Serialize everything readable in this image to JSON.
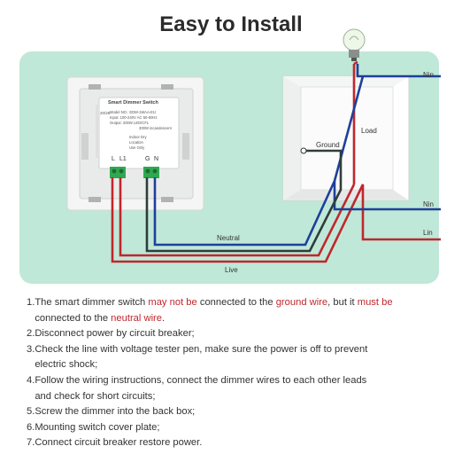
{
  "title": "Easy to Install",
  "labels": {
    "nin_top": "Nin",
    "nin_right": "Nin",
    "lin_right": "Lin",
    "load": "Load",
    "ground": "Ground",
    "neutral": "Neutral",
    "live": "Live",
    "terminal_l": "L",
    "terminal_l1": "L1",
    "terminal_g": "G",
    "terminal_n": "N"
  },
  "device": {
    "name": "Smart Dimmer Switch",
    "side_code": "20/28",
    "model": "Model NO.:  EDM-1WAA-EU",
    "input": "Input:        100-240V AC 50-60Hz",
    "output": "Output:       200W LED/CFL",
    "output2": "300W incandescent",
    "indoor": "Indoor Dry",
    "location": "Location",
    "use_only": "Use Only"
  },
  "steps": [
    {
      "parts": [
        {
          "text": "1.The smart dimmer switch ",
          "style": "normal"
        },
        {
          "text": "may not be",
          "style": "red"
        },
        {
          "text": " connected to the ",
          "style": "normal"
        },
        {
          "text": "ground wire",
          "style": "red"
        },
        {
          "text": ", but it ",
          "style": "normal"
        },
        {
          "text": "must be",
          "style": "red"
        }
      ]
    },
    {
      "parts": [
        {
          "text": "   connected to the ",
          "style": "normal"
        },
        {
          "text": "neutral wire",
          "style": "red"
        },
        {
          "text": ".",
          "style": "normal"
        }
      ]
    },
    {
      "parts": [
        {
          "text": "2.Disconnect power by circuit breaker;",
          "style": "normal"
        }
      ]
    },
    {
      "parts": [
        {
          "text": "3.Check the line with voltage tester pen, make sure the power is off to prevent",
          "style": "normal"
        }
      ]
    },
    {
      "parts": [
        {
          "text": "   electric shock;",
          "style": "normal"
        }
      ]
    },
    {
      "parts": [
        {
          "text": "4.Follow the wiring instructions, connect the dimmer wires to each other leads",
          "style": "normal"
        }
      ]
    },
    {
      "parts": [
        {
          "text": "   and check for short circuits;",
          "style": "normal"
        }
      ]
    },
    {
      "parts": [
        {
          "text": "5.Screw the dimmer into the back box;",
          "style": "normal"
        }
      ]
    },
    {
      "parts": [
        {
          "text": "6.Mounting switch cover plate;",
          "style": "normal"
        }
      ]
    },
    {
      "parts": [
        {
          "text": "7.Connect circuit breaker restore power.",
          "style": "normal"
        }
      ]
    }
  ],
  "colors": {
    "live": "#c0272d",
    "neutral": "#1f3f9a",
    "ground": "#2e3d3a",
    "panel": "#bfe8d8",
    "terminal": "#2fa84f"
  }
}
